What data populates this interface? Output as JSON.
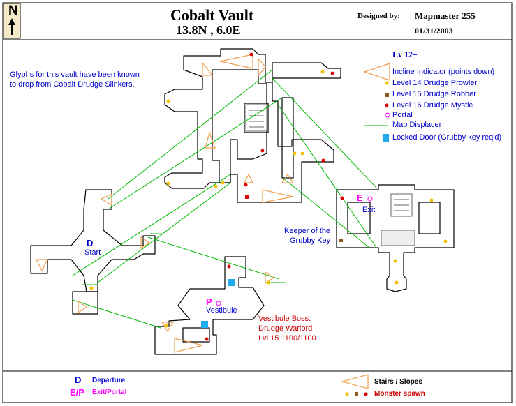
{
  "header": {
    "compass_letter": "N",
    "title": "Cobalt Vault",
    "coordinates": "13.8N , 6.0E",
    "designed_by_label": "Designed by:",
    "designer": "Mapmaster 255",
    "date": "01/31/2003"
  },
  "notes": {
    "glyph_line1": "Glyphs for this vault have been known",
    "glyph_line2": "to drop from Cobalt Drudge Slinkers.",
    "level_req": "Lv 12+"
  },
  "legend": {
    "incline": "Incline Indicator (points down)",
    "prowler": "Level 14 Drudge Prowler",
    "robber": "Level 15 Drudge Robber",
    "mystic": "Level 16 Drudge Mystic",
    "portal": "Portal",
    "displacer": "Map Displacer",
    "locked_door": "Locked Door (Grubby key req'd)"
  },
  "map_labels": {
    "start_letter": "D",
    "start": "Start",
    "exit_letter": "E",
    "exit": "Exit",
    "vestibule_letter": "P",
    "vestibule": "Vestibule",
    "keeper_line1": "Keeper of the",
    "keeper_line2": "Grubby Key",
    "boss_line1": "Vestibule Boss:",
    "boss_line2": "Drudge Warlord",
    "boss_line3": "Lvl 15 1100/1100"
  },
  "footer": {
    "departure_letter": "D",
    "departure": "Departure",
    "exit_portal_letter": "E/P",
    "exit_portal": "Exit/Portal",
    "stairs": "Stairs / Slopes",
    "monster_spawn": "Monster spawn"
  },
  "colors": {
    "prowler": "#f5c000",
    "robber": "#8b5a1c",
    "mystic": "#e00000",
    "displacer": "#00bb00",
    "locked_door": "#22aaee",
    "incline": "#f0a050",
    "departure": "#0000cc",
    "exit_portal": "#ff00ff",
    "monster_spawn": "#ff0000"
  }
}
